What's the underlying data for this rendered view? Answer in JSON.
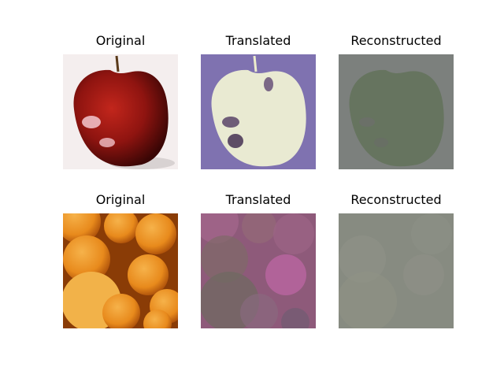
{
  "rows": [
    {
      "panels": [
        {
          "title": "Original"
        },
        {
          "title": "Translated"
        },
        {
          "title": "Reconstructed"
        }
      ]
    },
    {
      "panels": [
        {
          "title": "Original"
        },
        {
          "title": "Translated"
        },
        {
          "title": "Reconstructed"
        }
      ]
    }
  ],
  "colors": {
    "background": "#ffffff",
    "apple_red": "#8f1410",
    "translated_purple": "#7f72b0",
    "reconstructed_gray": "#7a7e7a",
    "orange": "#e88a1c",
    "translated_pink": "#8c5a78",
    "reconstructed_orange_gray": "#868a80"
  }
}
